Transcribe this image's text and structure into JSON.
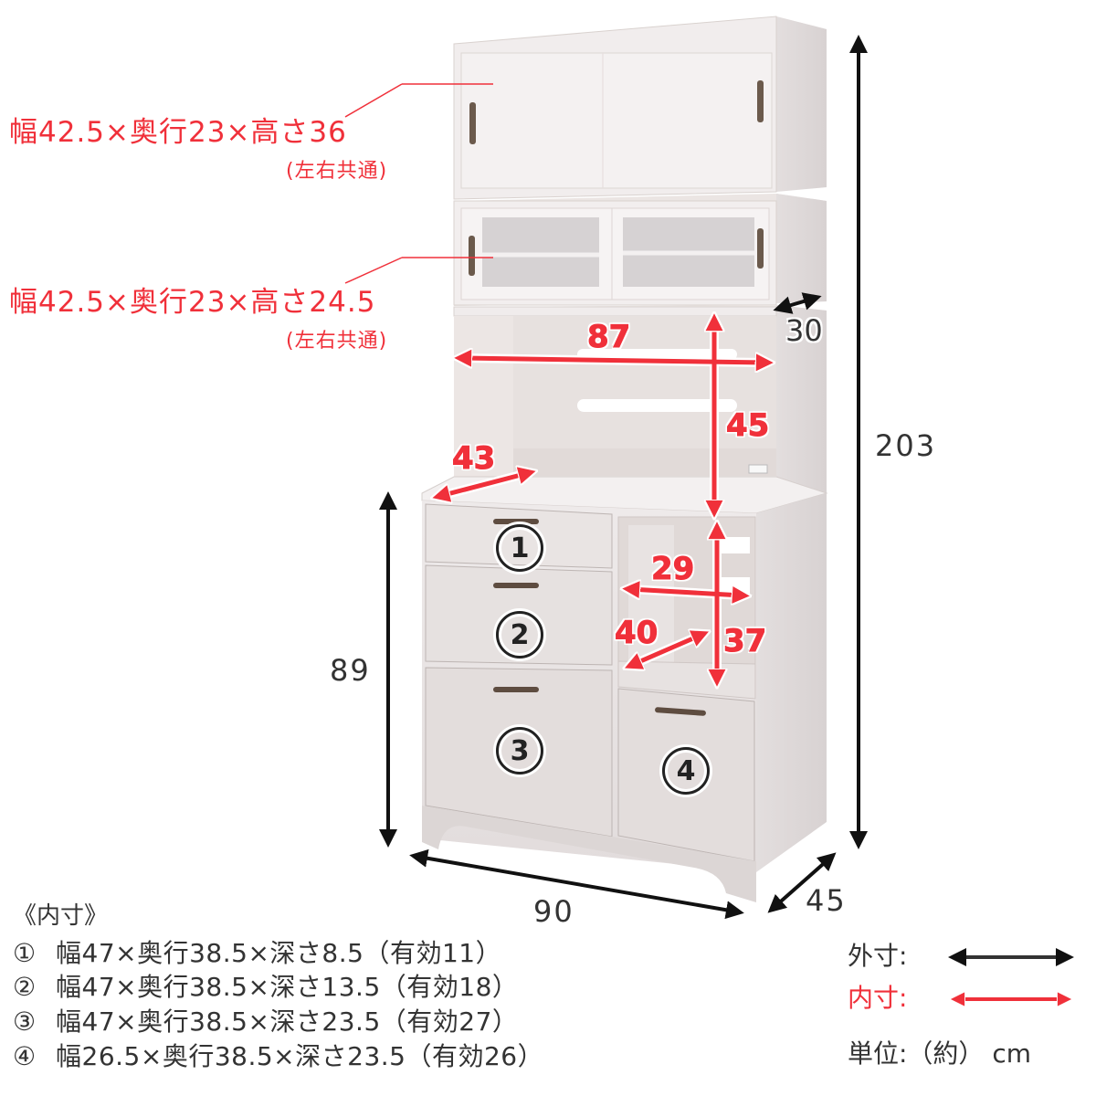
{
  "callouts": {
    "upper_cabinet": {
      "main": "幅42.5×奥行23×高さ36",
      "note": "(左右共通)"
    },
    "glass_cabinet": {
      "main": "幅42.5×奥行23×高さ24.5",
      "note": "(左右共通)"
    }
  },
  "outer_dimensions": {
    "total_height": "203",
    "base_height": "89",
    "width": "90",
    "depth": "45",
    "upper_depth": "30"
  },
  "inner_dimensions_overlay": {
    "open_shelf_width": "87",
    "open_shelf_height": "45",
    "counter_depth": "43",
    "niche_width": "29",
    "niche_depth": "40",
    "niche_height": "37"
  },
  "drawer_badges": [
    "1",
    "2",
    "3",
    "4"
  ],
  "inner_table": {
    "title": "《内寸》",
    "rows": [
      {
        "marker": "①",
        "text": "幅47×奥行38.5×深さ8.5（有効11）"
      },
      {
        "marker": "②",
        "text": "幅47×奥行38.5×深さ13.5（有効18）"
      },
      {
        "marker": "③",
        "text": "幅47×奥行38.5×深さ23.5（有効27）"
      },
      {
        "marker": "④",
        "text": "幅26.5×奥行38.5×深さ23.5（有効26）"
      }
    ]
  },
  "legend": {
    "outer_label": "外寸:",
    "inner_label": "内寸:",
    "unit": "単位:（約） cm",
    "outer_color": "#333333",
    "inner_color": "#f0303a"
  }
}
